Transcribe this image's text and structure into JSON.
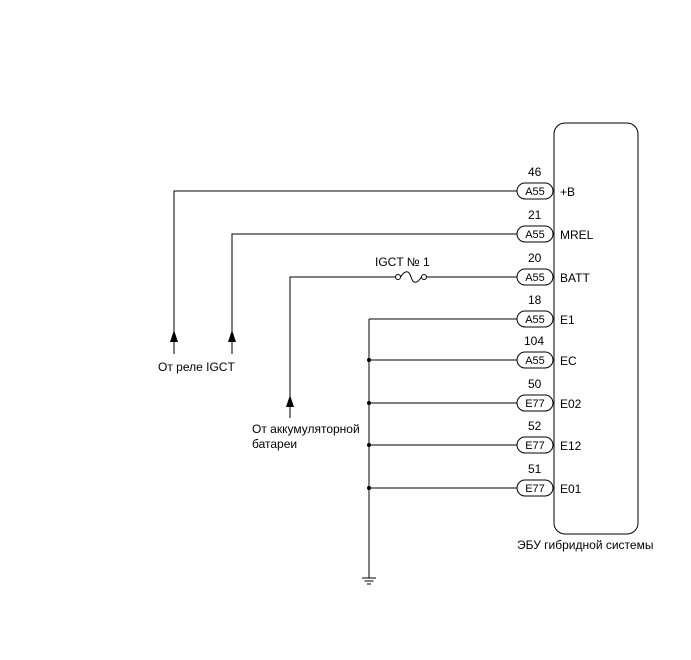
{
  "ecu": {
    "label": "ЭБУ гибридной системы"
  },
  "fuse": {
    "label": "IGCT № 1"
  },
  "sources": {
    "relay": "От реле IGCT",
    "battery_line1": "От аккумуляторной",
    "battery_line2": "батареи"
  },
  "terminals": [
    {
      "pin": "46",
      "connector": "A55",
      "name": "+B"
    },
    {
      "pin": "21",
      "connector": "A55",
      "name": "MREL"
    },
    {
      "pin": "20",
      "connector": "A55",
      "name": "BATT"
    },
    {
      "pin": "18",
      "connector": "A55",
      "name": "E1"
    },
    {
      "pin": "104",
      "connector": "A55",
      "name": "EC"
    },
    {
      "pin": "50",
      "connector": "E77",
      "name": "E02"
    },
    {
      "pin": "52",
      "connector": "E77",
      "name": "E12"
    },
    {
      "pin": "51",
      "connector": "E77",
      "name": "E01"
    }
  ]
}
